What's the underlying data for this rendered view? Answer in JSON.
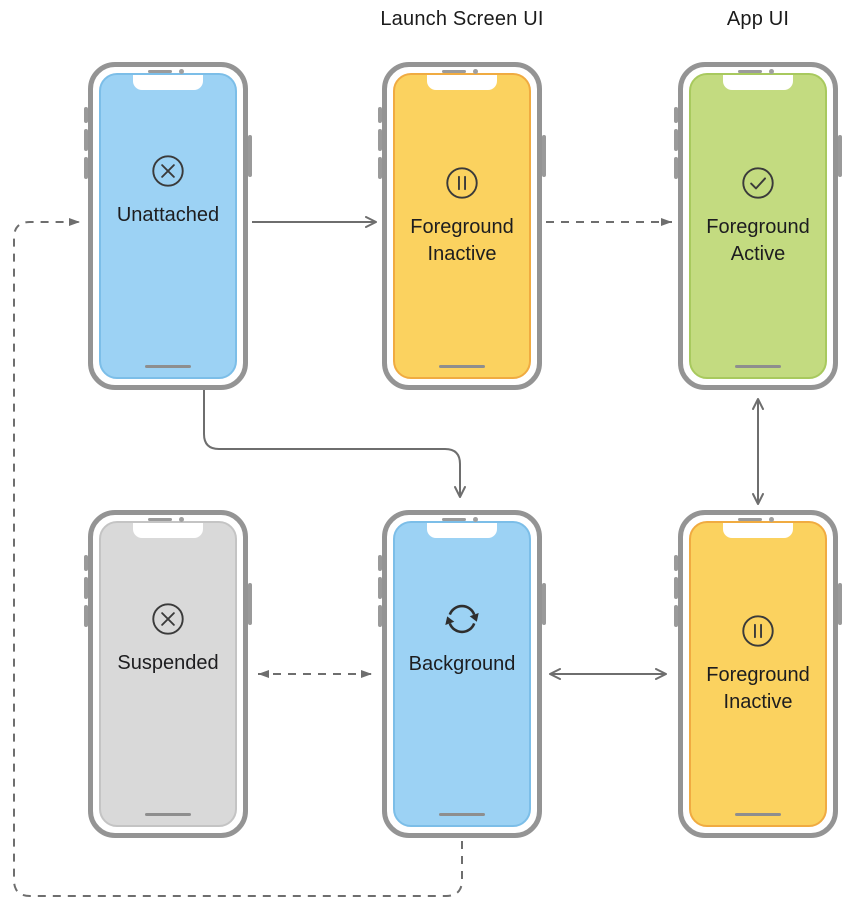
{
  "headers": {
    "launch_screen_ui": "Launch Screen UI",
    "app_ui": "App UI"
  },
  "phones": [
    {
      "id": "unattached",
      "label": "Unattached",
      "icon": "circle-x-icon",
      "screen_color": "blue"
    },
    {
      "id": "foreground-inactive-launch",
      "label": "Foreground Inactive",
      "icon": "circle-pause-icon",
      "screen_color": "yellow"
    },
    {
      "id": "foreground-active",
      "label": "Foreground Active",
      "icon": "circle-check-icon",
      "screen_color": "green"
    },
    {
      "id": "suspended",
      "label": "Suspended",
      "icon": "circle-x-icon",
      "screen_color": "gray"
    },
    {
      "id": "background",
      "label": "Background",
      "icon": "sync-arrows-icon",
      "screen_color": "blue"
    },
    {
      "id": "foreground-inactive-app",
      "label": "Foreground Inactive",
      "icon": "circle-pause-icon",
      "screen_color": "yellow"
    }
  ],
  "transitions": [
    {
      "from": "background",
      "to": "unattached",
      "style": "dashed",
      "bidirectional": false
    },
    {
      "from": "unattached",
      "to": "foreground-inactive-launch",
      "style": "solid",
      "bidirectional": false
    },
    {
      "from": "foreground-inactive-launch",
      "to": "foreground-active",
      "style": "dashed",
      "bidirectional": false
    },
    {
      "from": "unattached",
      "to": "background",
      "style": "solid",
      "bidirectional": false
    },
    {
      "from": "foreground-active",
      "to": "foreground-inactive-app",
      "style": "solid",
      "bidirectional": true
    },
    {
      "from": "suspended",
      "to": "background",
      "style": "dashed",
      "bidirectional": true
    },
    {
      "from": "background",
      "to": "foreground-inactive-app",
      "style": "solid",
      "bidirectional": true
    }
  ],
  "colors": {
    "screen_blue": "#9CD2F4",
    "screen_yellow": "#FBD25F",
    "screen_green": "#C3DB80",
    "screen_gray": "#D9D9D9",
    "phone_frame": "#949494",
    "arrow": "#6E6E6E",
    "text": "#1D1D1F"
  }
}
